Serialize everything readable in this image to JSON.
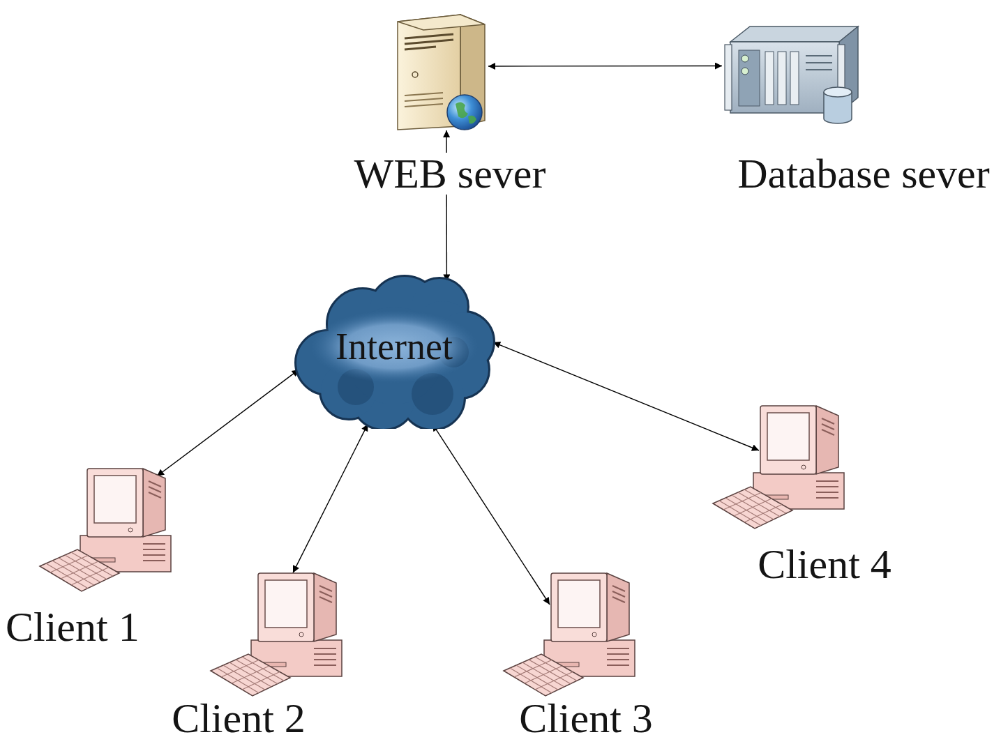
{
  "diagram": {
    "nodes": [
      {
        "text": [
          "WEB sever"
        ]
      },
      {
        "text": [
          "Database sever"
        ]
      },
      {
        "text": [
          "Internet"
        ]
      },
      {
        "text": [
          "Client 1"
        ]
      },
      {
        "text": [
          "Client 2"
        ]
      },
      {
        "text": [
          "Client 3"
        ]
      },
      {
        "text": [
          "Client 4"
        ]
      }
    ],
    "edges": [
      {
        "from": 0,
        "to": 1,
        "arrow": "both"
      },
      {
        "from": 0,
        "to": 2,
        "arrow": "both"
      },
      {
        "from": 2,
        "to": 3,
        "arrow": "both"
      },
      {
        "from": 2,
        "to": 4,
        "arrow": "both"
      },
      {
        "from": 2,
        "to": 5,
        "arrow": "both"
      },
      {
        "from": 2,
        "to": 6,
        "arrow": "both"
      }
    ]
  }
}
